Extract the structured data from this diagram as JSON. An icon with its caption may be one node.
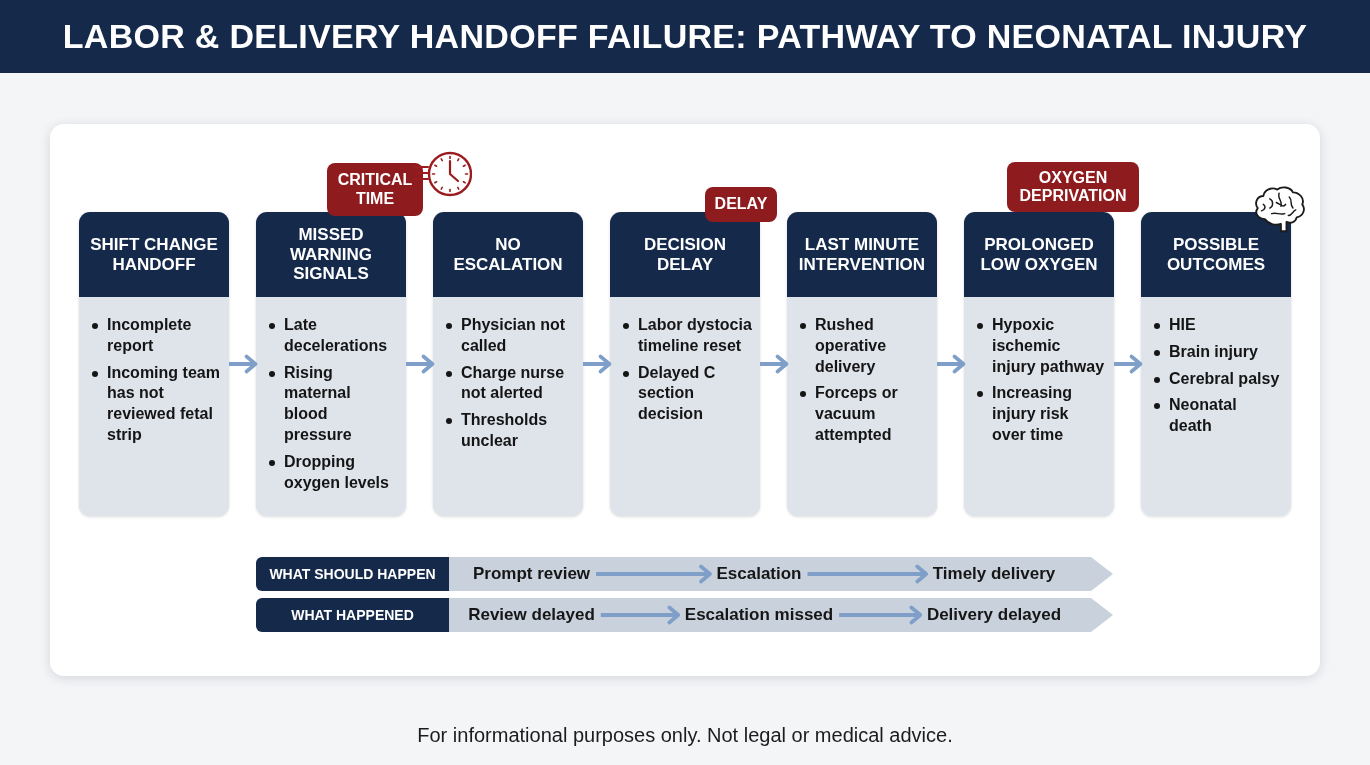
{
  "diagram": {
    "title": "LABOR & DELIVERY HANDOFF FAILURE: PATHWAY TO NEONATAL INJURY",
    "caption": "For informational purposes only. Not legal or medical advice.",
    "nodes": [
      {
        "text": [
          "SHIFT CHANGE HANDOFF",
          "Incomplete report",
          "Incoming team has not reviewed fetal strip"
        ]
      },
      {
        "text": [
          "MISSED WARNING SIGNALS",
          "Late decelerations",
          "Rising maternal blood pressure",
          "Dropping oxygen levels"
        ]
      },
      {
        "text": [
          "NO ESCALATION",
          "Physician not called",
          "Charge nurse not alerted",
          "Thresholds unclear"
        ]
      },
      {
        "text": [
          "DECISION DELAY",
          "Labor dystocia timeline reset",
          "Delayed C section decision"
        ]
      },
      {
        "text": [
          "LAST MINUTE INTERVENTION",
          "Rushed operative delivery",
          "Forceps or vacuum attempted"
        ]
      },
      {
        "text": [
          "PROLONGED LOW OXYGEN",
          "Hypoxic ischemic injury pathway",
          "Increasing injury risk over time"
        ]
      },
      {
        "text": [
          "POSSIBLE OUTCOMES",
          "HIE",
          "Brain injury",
          "Cerebral palsy",
          "Neonatal death"
        ]
      },
      {
        "text": [
          "CRITICAL TIME"
        ]
      },
      {
        "text": [
          "DELAY"
        ]
      },
      {
        "text": [
          "OXYGEN DEPRIVATION"
        ]
      },
      {
        "text": [
          "WHAT SHOULD HAPPEN"
        ]
      },
      {
        "text": [],
        "shape": "band"
      },
      {
        "text": [
          "Prompt review"
        ],
        "in": 11
      },
      {
        "text": [
          "Escalation"
        ],
        "in": 11
      },
      {
        "text": [
          "Timely delivery"
        ],
        "in": 11
      },
      {
        "text": [
          "WHAT HAPPENED"
        ]
      },
      {
        "text": [],
        "shape": "band"
      },
      {
        "text": [
          "Review delayed"
        ],
        "in": 16
      },
      {
        "text": [
          "Escalation missed"
        ],
        "in": 16
      },
      {
        "text": [
          "Delivery delayed"
        ],
        "in": 16
      }
    ],
    "edges": [
      {
        "from": 0,
        "to": 1,
        "arrow": "to"
      },
      {
        "from": 1,
        "to": 2,
        "arrow": "to"
      },
      {
        "from": 2,
        "to": 3,
        "arrow": "to"
      },
      {
        "from": 3,
        "to": 4,
        "arrow": "to"
      },
      {
        "from": 4,
        "to": 5,
        "arrow": "to"
      },
      {
        "from": 5,
        "to": 6,
        "arrow": "to"
      },
      {
        "from": 12,
        "to": 13,
        "arrow": "to"
      },
      {
        "from": 13,
        "to": 14,
        "arrow": "to"
      },
      {
        "from": 17,
        "to": 18,
        "arrow": "to"
      },
      {
        "from": 18,
        "to": 19,
        "arrow": "to"
      }
    ]
  }
}
